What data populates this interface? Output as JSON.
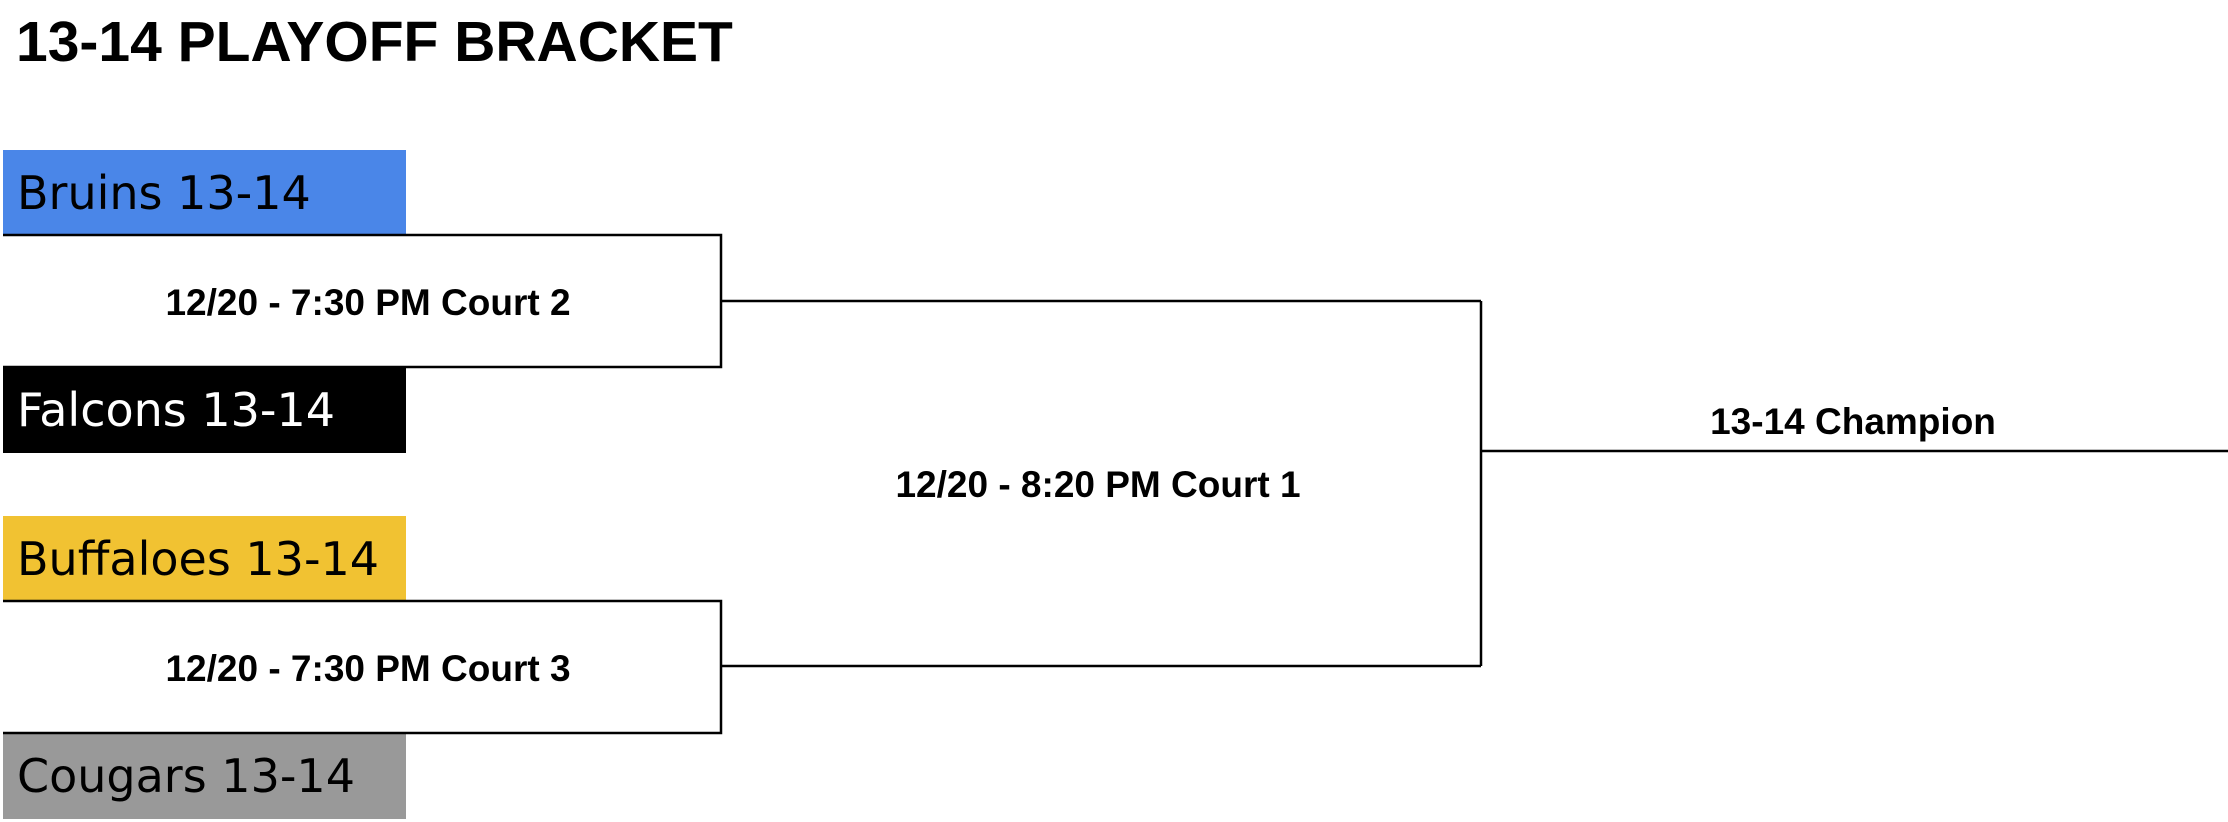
{
  "title": "13-14 PLAYOFF BRACKET",
  "teams": [
    {
      "name": "Bruins 13-14",
      "color": "#4a86e8",
      "text_color": "#000000"
    },
    {
      "name": "Falcons 13-14",
      "color": "#000000",
      "text_color": "#ffffff"
    },
    {
      "name": "Buffaloes 13-14",
      "color": "#f1c232",
      "text_color": "#000000"
    },
    {
      "name": "Cougars 13-14",
      "color": "#999999",
      "text_color": "#000000"
    }
  ],
  "games": {
    "semifinal_1": "12/20 - 7:30 PM Court 2",
    "semifinal_2": "12/20 - 7:30 PM Court 3",
    "final": "12/20 - 8:20 PM Court 1"
  },
  "champion_label": "13-14 Champion"
}
